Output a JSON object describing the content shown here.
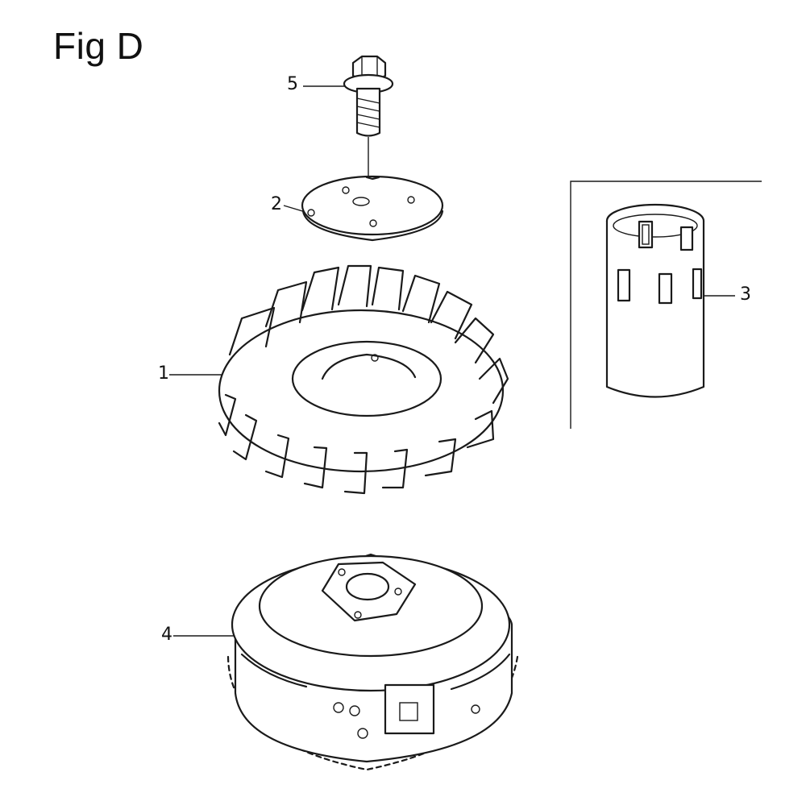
{
  "figure": {
    "title": "Fig D"
  },
  "callouts": [
    {
      "id": "5",
      "label": "5",
      "part": "bolt"
    },
    {
      "id": "2",
      "label": "2",
      "part": "plate"
    },
    {
      "id": "1",
      "label": "1",
      "part": "cooling-fan"
    },
    {
      "id": "3",
      "label": "3",
      "part": "sleeve"
    },
    {
      "id": "4",
      "label": "4",
      "part": "flywheel"
    }
  ]
}
